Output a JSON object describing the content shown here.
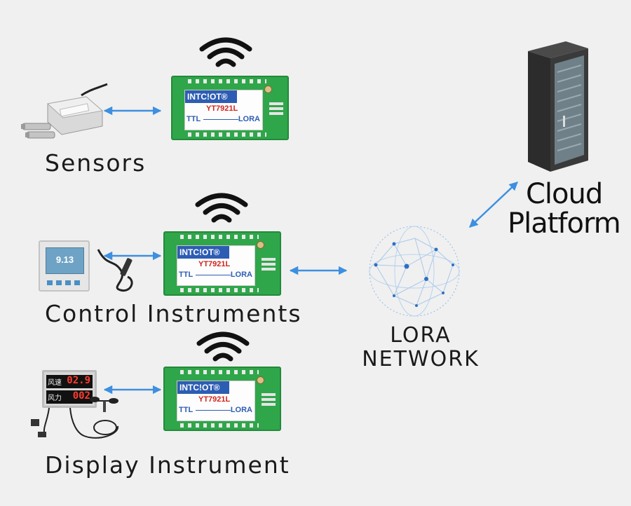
{
  "devices": {
    "sensors_label": "Sensors",
    "control_label": "Control Instruments",
    "display_label": "Display Instrument"
  },
  "module": {
    "brand": "INTC!OT®",
    "model": "YT7921L",
    "ttl": "TTL",
    "lora": "LORA"
  },
  "display_panel": {
    "row1_name": "风速",
    "row1_value": "02.9",
    "row2_name": "风力",
    "row2_value": "002"
  },
  "controller": {
    "reading": "9.13"
  },
  "network": {
    "line1": "LORA",
    "line2": "NETWORK"
  },
  "cloud": {
    "line1": "Cloud",
    "line2": "Platform"
  },
  "colors": {
    "arrow": "#3d8fe0",
    "board_green": "#2fa64a",
    "brand_blue": "#2d5db3",
    "model_red": "#d0241c"
  }
}
